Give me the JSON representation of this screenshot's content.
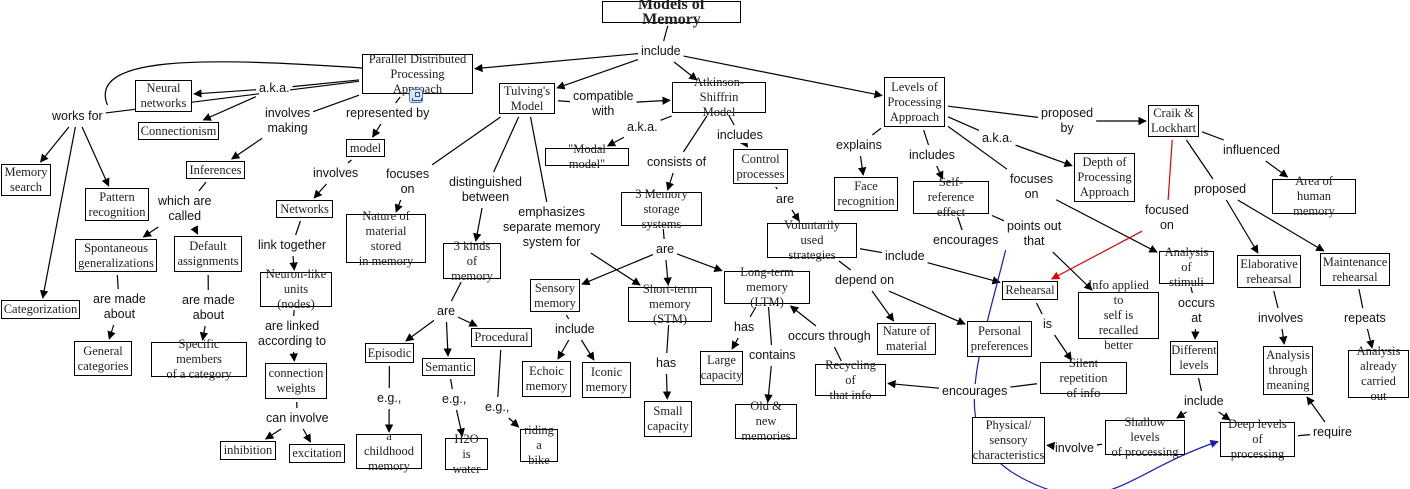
{
  "title": "Models of Memory",
  "colors": {
    "line": "#000000",
    "red_link": "#e00000",
    "blue_link": "#1a1ab4"
  },
  "nodes": {
    "root": "Models of Memory",
    "pdp": "Parallel Distributed\nProcessing Approach",
    "neural": "Neural\nnetworks",
    "connectionism": "Connectionism",
    "memsearch": "Memory\nsearch",
    "pattern": "Pattern\nrecognition",
    "categorization": "Categorization",
    "inferences": "Inferences",
    "spontaneous": "Spontaneous\ngeneralizations",
    "default": "Default\nassignments",
    "general": "General\ncategories",
    "specific": "Specific members\nof a category",
    "model": "model",
    "networks": "Networks",
    "neuronlike": "Neuron-like\nunits (nodes)",
    "weights": "connection\nweights",
    "inhibition": "inhibition",
    "excitation": "excitation",
    "nature_stored": "Nature of\nmaterial stored\nin memory",
    "tulving": "Tulving's\nModel",
    "threekinds": "3 kinds of\nmemory",
    "episodic": "Episodic",
    "semantic": "Semantic",
    "procedural": "Procedural",
    "childhood": "a childhood\nmemory",
    "h2o": "H2O is\nwater",
    "bike": "riding\na bike",
    "atkinson": "Atkinson-Shiffrin\nModel",
    "modal": "\"Modal model\"",
    "storage": "3 Memory\nstorage systems",
    "sensory": "Sensory\nmemory",
    "stm": "Short-term\nmemory (STM)",
    "ltm": "Long-term\nmemory (LTM)",
    "echoic": "Echoic\nmemory",
    "iconic": "Iconic\nmemory",
    "small": "Small\ncapacity",
    "large": "Large\ncapacity",
    "oldnew": "Old & new\nmemories",
    "control": "Control\nprocesses",
    "voluntary": "Voluntarily used\nstrategies",
    "recycling": "Recycling of\nthat info",
    "nature_material": "Nature of\nmaterial",
    "personal": "Personal\npreferences",
    "lop": "Levels of\nProcessing\nApproach",
    "face": "Face\nrecognition",
    "selfref": "Self-reference\neffect",
    "depth": "Depth of\nProcessing\nApproach",
    "craik": "Craik &\nLockhart",
    "area": "Area of\nhuman memory",
    "rehearsal": "Rehearsal",
    "infoself": "Info applied to\nself is recalled\nbetter",
    "analysis_stim": "Analysis\nof stimuli",
    "elaborative": "Elaborative\nrehearsal",
    "maintenance": "Maintenance\nrehearsal",
    "silent": "Silent repetition\nof info",
    "different": "Different\nlevels",
    "through_meaning": "Analysis\nthrough\nmeaning",
    "already": "Analysis\nalready\ncarried out",
    "shallow": "Shallow levels\nof processing",
    "deep": "Deep levels\nof processing",
    "physical": "Physical/\nsensory\ncharacteristics"
  },
  "phrases": {
    "p_include": "include",
    "p_works": "works for",
    "p_aka1": "a.k.a.",
    "p_involves_making": "involves\nmaking",
    "p_represented": "represented by",
    "p_which": "which are\ncalled",
    "p_made1": "are made\nabout",
    "p_made2": "are made\nabout",
    "p_involves": "involves",
    "p_link": "link together",
    "p_linked": "are linked\naccording to",
    "p_caninvolve": "can involve",
    "p_focuses": "focuses\non",
    "p_compatible": "compatible\nwith",
    "p_distinguished": "distinguished\nbetween",
    "p_emphasizes": "emphasizes\nseparate memory\nsystem for",
    "p_are1": "are",
    "p_eg1": "e.g.,",
    "p_eg2": "e.g.,",
    "p_eg3": "e.g.,",
    "p_aka2": "a.k.a.",
    "p_consists": "consists of",
    "p_includes1": "includes",
    "p_are2": "are",
    "p_include2": "include",
    "p_has1": "has",
    "p_has2": "has",
    "p_contains": "contains",
    "p_are3": "are",
    "p_occurs_through": "occurs through",
    "p_depend": "depend on",
    "p_include3": "include",
    "p_explains": "explains",
    "p_includes2": "includes",
    "p_aka3": "a.k.a.",
    "p_proposed_by": "proposed\nby",
    "p_focuses2": "focuses\non",
    "p_encourages1": "encourages",
    "p_points": "points out\nthat",
    "p_influenced": "influenced",
    "p_proposed": "proposed",
    "p_focused_on": "focused\non",
    "p_is": "is",
    "p_encourages2": "encourages",
    "p_occurs_at": "occurs\nat",
    "p_involves2": "involves",
    "p_repeats": "repeats",
    "p_include4": "include",
    "p_involve": "involve",
    "p_require": "require"
  },
  "edges": [
    [
      "root",
      "p_include",
      0
    ],
    [
      "p_include",
      "pdp",
      1
    ],
    [
      "p_include",
      "tulving",
      1
    ],
    [
      "p_include",
      "atkinson",
      1
    ],
    [
      "p_include",
      "lop",
      1
    ],
    [
      "pdp",
      "p_works",
      0
    ],
    [
      "p_works",
      "memsearch",
      1
    ],
    [
      "p_works",
      "pattern",
      1
    ],
    [
      "p_works",
      "categorization",
      1
    ],
    [
      "pdp",
      "p_aka1",
      0
    ],
    [
      "p_aka1",
      "neural",
      1
    ],
    [
      "p_aka1",
      "connectionism",
      1
    ],
    [
      "pdp",
      "p_involves_making",
      0
    ],
    [
      "p_involves_making",
      "inferences",
      1
    ],
    [
      "pdp",
      "p_represented",
      0
    ],
    [
      "p_represented",
      "model",
      1
    ],
    [
      "inferences",
      "p_which",
      0
    ],
    [
      "p_which",
      "spontaneous",
      1
    ],
    [
      "p_which",
      "default",
      1
    ],
    [
      "spontaneous",
      "p_made1",
      0
    ],
    [
      "p_made1",
      "general",
      1
    ],
    [
      "default",
      "p_made2",
      0
    ],
    [
      "p_made2",
      "specific",
      1
    ],
    [
      "model",
      "p_involves",
      0
    ],
    [
      "p_involves",
      "networks",
      1
    ],
    [
      "networks",
      "p_link",
      0
    ],
    [
      "p_link",
      "neuronlike",
      1
    ],
    [
      "neuronlike",
      "p_linked",
      0
    ],
    [
      "p_linked",
      "weights",
      1
    ],
    [
      "weights",
      "p_caninvolve",
      0
    ],
    [
      "p_caninvolve",
      "inhibition",
      1
    ],
    [
      "p_caninvolve",
      "excitation",
      1
    ],
    [
      "tulving",
      "p_focuses",
      0
    ],
    [
      "p_focuses",
      "nature_stored",
      1
    ],
    [
      "tulving",
      "p_compatible",
      0
    ],
    [
      "p_compatible",
      "atkinson",
      1
    ],
    [
      "tulving",
      "p_distinguished",
      0
    ],
    [
      "p_distinguished",
      "threekinds",
      1
    ],
    [
      "tulving",
      "p_emphasizes",
      0
    ],
    [
      "p_emphasizes",
      "stm",
      1
    ],
    [
      "threekinds",
      "p_are1",
      0
    ],
    [
      "p_are1",
      "episodic",
      1
    ],
    [
      "p_are1",
      "semantic",
      1
    ],
    [
      "p_are1",
      "procedural",
      1
    ],
    [
      "episodic",
      "p_eg1",
      0
    ],
    [
      "p_eg1",
      "childhood",
      1
    ],
    [
      "semantic",
      "p_eg2",
      0
    ],
    [
      "p_eg2",
      "h2o",
      1
    ],
    [
      "procedural",
      "p_eg3",
      0
    ],
    [
      "p_eg3",
      "bike",
      1
    ],
    [
      "atkinson",
      "p_aka2",
      0
    ],
    [
      "p_aka2",
      "modal",
      1
    ],
    [
      "atkinson",
      "p_consists",
      0
    ],
    [
      "p_consists",
      "storage",
      1
    ],
    [
      "atkinson",
      "p_includes1",
      0
    ],
    [
      "p_includes1",
      "control",
      1
    ],
    [
      "storage",
      "p_are2",
      0
    ],
    [
      "p_are2",
      "sensory",
      1
    ],
    [
      "p_are2",
      "stm",
      1
    ],
    [
      "p_are2",
      "ltm",
      1
    ],
    [
      "sensory",
      "p_include2",
      0
    ],
    [
      "p_include2",
      "echoic",
      1
    ],
    [
      "p_include2",
      "iconic",
      1
    ],
    [
      "stm",
      "p_has1",
      0
    ],
    [
      "p_has1",
      "small",
      1
    ],
    [
      "ltm",
      "p_has2",
      0
    ],
    [
      "p_has2",
      "large",
      1
    ],
    [
      "ltm",
      "p_contains",
      0
    ],
    [
      "p_contains",
      "oldnew",
      1
    ],
    [
      "control",
      "p_are3",
      0
    ],
    [
      "p_are3",
      "voluntary",
      1
    ],
    [
      "recycling",
      "p_occurs_through",
      0
    ],
    [
      "p_occurs_through",
      "ltm",
      1
    ],
    [
      "voluntary",
      "p_depend",
      0
    ],
    [
      "p_depend",
      "nature_material",
      1
    ],
    [
      "p_depend",
      "personal",
      1
    ],
    [
      "voluntary",
      "p_include3",
      0
    ],
    [
      "p_include3",
      "rehearsal",
      1
    ],
    [
      "lop",
      "p_explains",
      0
    ],
    [
      "p_explains",
      "face",
      1
    ],
    [
      "lop",
      "p_includes2",
      0
    ],
    [
      "p_includes2",
      "selfref",
      1
    ],
    [
      "lop",
      "p_aka3",
      0
    ],
    [
      "p_aka3",
      "depth",
      1
    ],
    [
      "lop",
      "p_proposed_by",
      0
    ],
    [
      "p_proposed_by",
      "craik",
      1
    ],
    [
      "lop",
      "p_focuses2",
      0
    ],
    [
      "p_focuses2",
      "analysis_stim",
      1
    ],
    [
      "selfref",
      "p_encourages1",
      0
    ],
    [
      "selfref",
      "p_points",
      0
    ],
    [
      "p_points",
      "infoself",
      1
    ],
    [
      "craik",
      "p_influenced",
      0
    ],
    [
      "p_influenced",
      "area",
      1
    ],
    [
      "craik",
      "p_proposed",
      0
    ],
    [
      "p_proposed",
      "elaborative",
      1
    ],
    [
      "p_proposed",
      "maintenance",
      1
    ],
    [
      "rehearsal",
      "p_is",
      0
    ],
    [
      "p_is",
      "silent",
      1
    ],
    [
      "silent",
      "p_encourages2",
      0
    ],
    [
      "p_encourages2",
      "recycling",
      1
    ],
    [
      "analysis_stim",
      "p_occurs_at",
      0
    ],
    [
      "p_occurs_at",
      "different",
      1
    ],
    [
      "elaborative",
      "p_involves2",
      0
    ],
    [
      "p_involves2",
      "through_meaning",
      1
    ],
    [
      "maintenance",
      "p_repeats",
      0
    ],
    [
      "p_repeats",
      "already",
      1
    ],
    [
      "different",
      "p_include4",
      0
    ],
    [
      "p_include4",
      "shallow",
      1
    ],
    [
      "p_include4",
      "deep",
      1
    ],
    [
      "shallow",
      "p_involve",
      0
    ],
    [
      "p_involve",
      "physical",
      1
    ],
    [
      "deep",
      "p_require",
      0
    ],
    [
      "p_require",
      "through_meaning",
      1
    ]
  ],
  "special_edges": [
    {
      "kind": "red",
      "from": "craik",
      "via": "p_focused_on",
      "to": "rehearsal"
    },
    {
      "kind": "blue",
      "from": "p_encourages1",
      "to": "deep"
    }
  ]
}
